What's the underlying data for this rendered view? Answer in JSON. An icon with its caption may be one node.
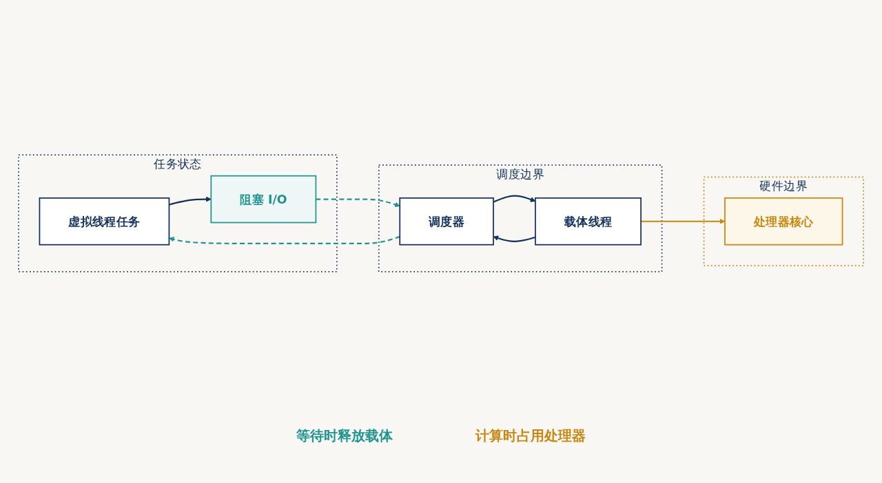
{
  "diagram": {
    "nodes": [
      {
        "text": [
          "任务状态"
        ]
      },
      {
        "text": [
          "虚拟线程任务"
        ],
        "in": 0
      },
      {
        "text": [
          "阻塞 I/O"
        ],
        "in": 0
      },
      {
        "text": [
          "调度边界"
        ]
      },
      {
        "text": [
          "调度器"
        ],
        "in": 3
      },
      {
        "text": [
          "载体线程"
        ],
        "in": 3
      },
      {
        "text": [
          "硬件边界"
        ]
      },
      {
        "text": [
          "处理器核心"
        ],
        "in": 6
      }
    ],
    "edges": [
      {
        "from": 1,
        "to": 2,
        "arrow": "to"
      },
      {
        "from": 2,
        "to": 4,
        "arrow": "to",
        "style": "dashed",
        "color": "#1f9490"
      },
      {
        "from": 4,
        "to": 1,
        "arrow": "to",
        "style": "dashed",
        "color": "#1f9490"
      },
      {
        "from": 4,
        "to": 5,
        "arrow": "to"
      },
      {
        "from": 5,
        "to": 4,
        "arrow": "to"
      },
      {
        "from": 5,
        "to": 7,
        "arrow": "to",
        "color": "#c8860f"
      }
    ],
    "labels": [
      "等待时释放载体",
      "计算时占用处理器"
    ]
  }
}
